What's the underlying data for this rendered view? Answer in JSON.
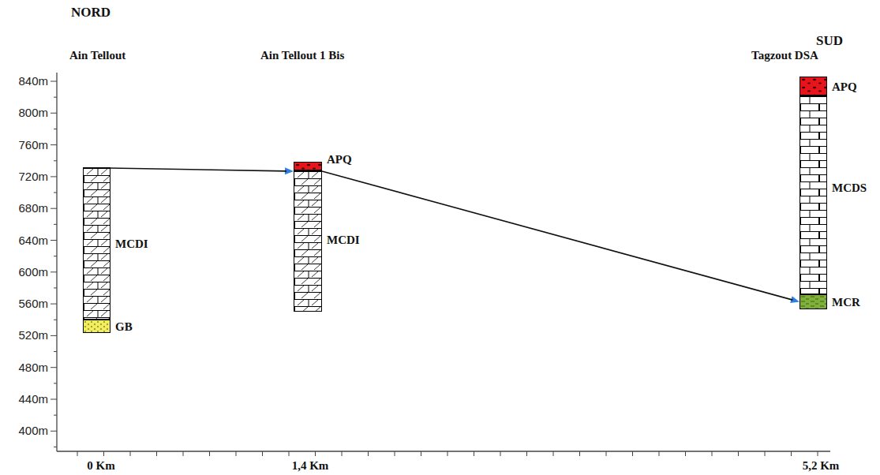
{
  "diagram": {
    "nodes": [
      {
        "text": [
          "Ain Tellout"
        ]
      },
      {
        "text": [
          "MCDI"
        ],
        "in": 0
      },
      {
        "text": [
          "GB"
        ],
        "in": 0
      },
      {
        "text": [
          "Ain Tellout 1 Bis"
        ]
      },
      {
        "text": [
          "APQ"
        ],
        "in": 3
      },
      {
        "text": [
          "MCDI"
        ],
        "in": 3
      },
      {
        "text": [
          "Tagzout DSA"
        ]
      },
      {
        "text": [
          "APQ"
        ],
        "in": 6
      },
      {
        "text": [
          "MCDS"
        ],
        "in": 6
      },
      {
        "text": [
          "MCR"
        ],
        "in": 6
      }
    ],
    "edges": [
      {
        "from": 1,
        "to": 5,
        "arrow": "to"
      },
      {
        "from": 5,
        "to": 9,
        "arrow": "to"
      }
    ],
    "labels": [
      "NORD",
      "SUD",
      "840m",
      "800m",
      "760m",
      "720m",
      "680m",
      "640m",
      "600m",
      "560m",
      "520m",
      "480m",
      "440m",
      "400m",
      "0 Km",
      "1,4 Km",
      "5,2 Km"
    ]
  }
}
